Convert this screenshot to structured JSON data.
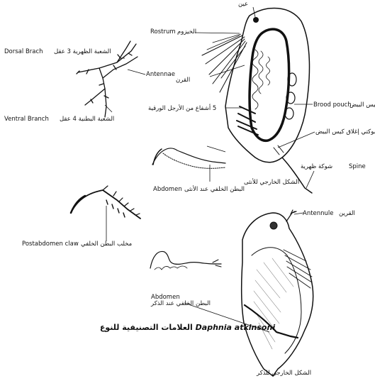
{
  "labels": {
    "eye": "عين",
    "rostrum_ar": "الخيزوم",
    "rostrum_en": "Rostrum",
    "antennae_ar": "القرن",
    "antennae_en": "Antennae",
    "legs_ar": "5 أشفاع من الأرجل الورقية",
    "brood_pouch_en": "Brood pouch",
    "brood_pouch_ar": "كيس البيض",
    "brood_closure_ar": "شوكتي إغلاق كيس البيض",
    "spine_ar": "شوكة ظهرية",
    "spine_en": "Spine",
    "female_outline_ar": "الشكل الخارجي للأنثى",
    "dorsal_ar": "الشعبة الظهرية 3 عقل",
    "dorsal_en": "Dorsal Brach",
    "ventral_ar": "الشعبة البطنية 4 عقل",
    "ventral_en": "Ventral Branch",
    "abdomen_female_ar": "البطن الخلفي عند الأنثى",
    "abdomen_female_en": "Abdomen",
    "postabdomen_claw_en": "Postabdomen claw",
    "postabdomen_claw_ar": "مخلب البطن الخلفي",
    "antennule_en": "Antennule",
    "antennule_ar": "القرين",
    "abdomen_male_en": "Abdomen",
    "abdomen_male_ar": "البطن الخلفي عند الذكر",
    "male_outline_ar": "الشكل الخارجي للذكر"
  },
  "caption": {
    "species": "Daphnia atkinsoni",
    "text": "العلامات التصنيفية للنوع"
  }
}
